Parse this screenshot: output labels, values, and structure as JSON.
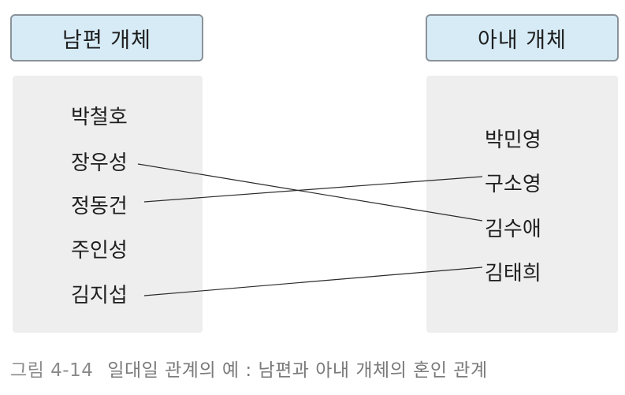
{
  "husband_entity": {
    "title": "남편 개체",
    "names": [
      "박철호",
      "장우성",
      "정동건",
      "주인성",
      "김지섭"
    ]
  },
  "wife_entity": {
    "title": "아내 개체",
    "names": [
      "박민영",
      "구소영",
      "김수애",
      "김태희"
    ]
  },
  "relationships": [
    {
      "husband": "장우성",
      "wife": "김수애"
    },
    {
      "husband": "정동건",
      "wife": "구소영"
    },
    {
      "husband": "김지섭",
      "wife": "김태희"
    }
  ],
  "caption": {
    "label": "그림 4-14",
    "text": "일대일 관계의 예 : 남편과 아내 개체의 혼인 관계"
  },
  "colors": {
    "header_fill": "#d6ebf6",
    "header_border": "#8a9299",
    "panel_fill": "#eeeeee",
    "line": "#2a2a2a",
    "caption_text": "#7a7a7a"
  }
}
